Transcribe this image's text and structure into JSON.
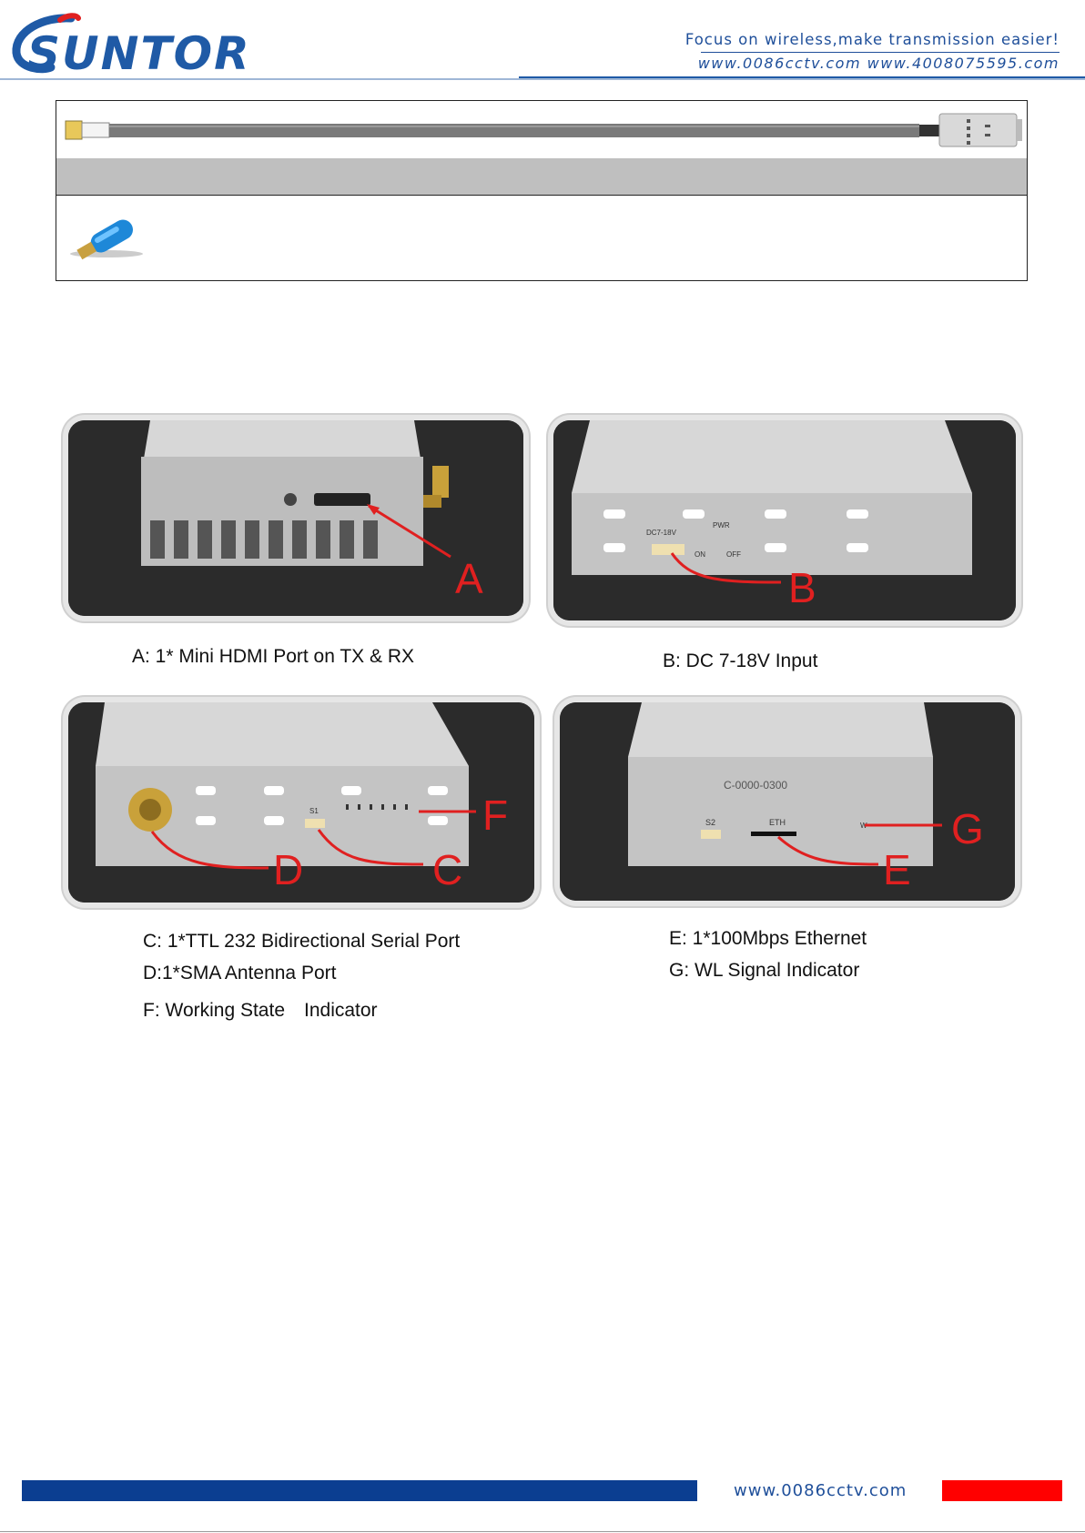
{
  "header": {
    "logo_text": "SUNTOR",
    "tagline": "Focus on wireless,make transmission easier!",
    "urls": "www.0086cctv.com  www.4008075595.com"
  },
  "photos": [
    {
      "label": "A",
      "caption": "A: 1* Mini HDMI Port on TX & RX"
    },
    {
      "label": "B",
      "caption": "B: DC 7-18V Input",
      "overlay_texts": [
        "DC7-18V",
        "PWR",
        "ON",
        "OFF"
      ]
    },
    {
      "labels": [
        "D",
        "C",
        "F"
      ],
      "overlay_texts": [
        "S1"
      ]
    },
    {
      "labels": [
        "E",
        "G"
      ],
      "overlay_texts": [
        "C-0000-0300",
        "S2",
        "ETH",
        "W"
      ]
    }
  ],
  "captions": {
    "c": "C: 1*TTL 232 Bidirectional Serial Port",
    "d": "D:1*SMA Antenna Port",
    "f": "F: Working State　Indicator",
    "e": "E: 1*100Mbps Ethernet",
    "g": "G:  WL Signal Indicator"
  },
  "footer": {
    "url": "www.0086cctv.com"
  },
  "colors": {
    "brand_blue": "#1f5aa6",
    "footer_blue": "#0b3e91",
    "footer_red": "#ff0000",
    "arrow_red": "#e02020"
  }
}
